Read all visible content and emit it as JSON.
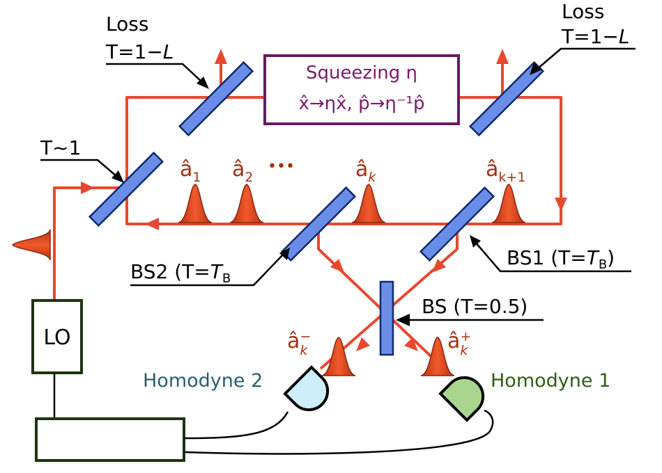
{
  "loss_left": {
    "title": "Loss",
    "formula": "T=1−",
    "var": "L"
  },
  "loss_right": {
    "title": "Loss",
    "formula": "T=1−",
    "var": "L"
  },
  "squeezing": {
    "title": "Squeezing η",
    "line": "x̂→ηx̂, p̂→η⁻¹p̂"
  },
  "input_coupler": {
    "label": "T~1"
  },
  "modes": {
    "a1": {
      "symbol": "â",
      "sub": "1"
    },
    "a2": {
      "symbol": "â",
      "sub": "2",
      "ellipsis": "•••"
    },
    "ak": {
      "symbol": "â",
      "sub": "k"
    },
    "ak1": {
      "symbol": "â",
      "sub": "k+1"
    },
    "akm": {
      "symbol": "â",
      "sub": "k",
      "sup": "−"
    },
    "akp": {
      "symbol": "â",
      "sub": "k",
      "sup": "+"
    }
  },
  "bs2": {
    "prefix": "BS2 (T=",
    "var": "T",
    "sub": "B"
  },
  "bs1": {
    "prefix": "BS1 (T=",
    "var": "T",
    "sub": "B",
    "suffix": ")"
  },
  "bs": {
    "label": "BS (T=0.5)"
  },
  "lo": {
    "label": "LO"
  },
  "homodyne2": {
    "label": "Homodyne 2"
  },
  "homodyne1": {
    "label": "Homodyne 1"
  },
  "colors": {
    "beam": "#e8482e",
    "splitter": "#6a8ee8",
    "pulse": "#d9401e",
    "squeezer": "#6a1b63",
    "box": "#1d3312",
    "homodyne2": "#cdeefa",
    "homodyne1": "#a9d68e",
    "homodyne2_text": "#2a5e6e",
    "homodyne1_text": "#2f5d14"
  }
}
